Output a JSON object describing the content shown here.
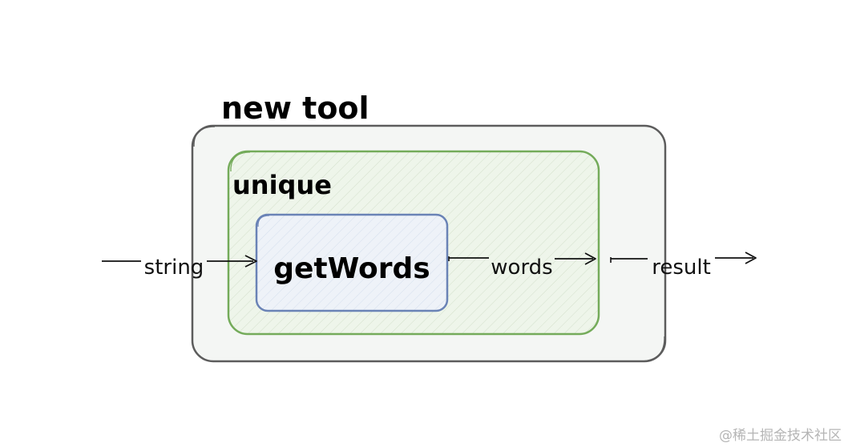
{
  "boxes": {
    "outer": {
      "label": "new tool",
      "stroke": "#5c5c5c",
      "fill": "#f4f6f4"
    },
    "middle": {
      "label": "unique",
      "stroke": "#74ab5a",
      "fill": "#eef5ea"
    },
    "inner": {
      "label": "getWords",
      "stroke": "#6a83b6",
      "fill": "#eef2f8"
    }
  },
  "arrows": {
    "input": {
      "label": "string"
    },
    "inner_out": {
      "label": "words"
    },
    "output": {
      "label": "result"
    }
  },
  "watermark": "@稀土掘金技术社区",
  "colors": {
    "line": "#111111",
    "hatch": "#c9d9c0"
  }
}
